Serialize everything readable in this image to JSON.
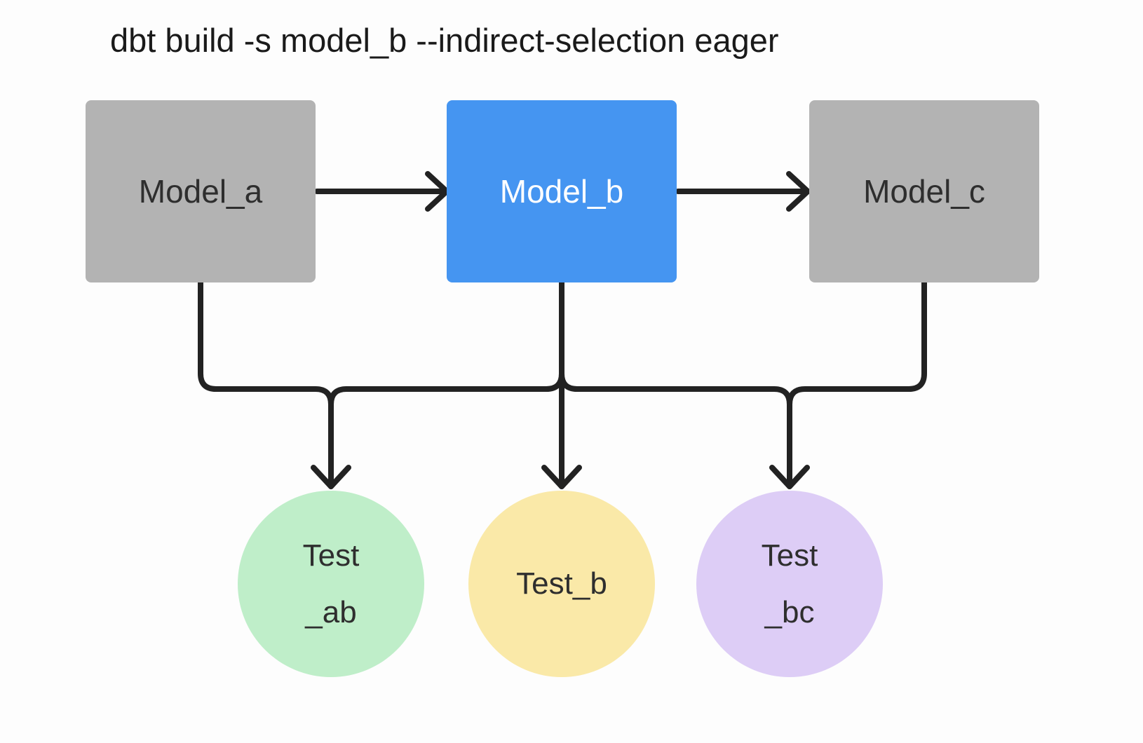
{
  "title": "dbt build -s model_b --indirect-selection eager",
  "palette": {
    "background": "#fdfdfd",
    "line": "#222222",
    "title_text": "#1a1a1a",
    "node_text_dark": "#2e2e2e",
    "node_text_light": "#ffffff",
    "model_default": "#b3b3b3",
    "model_selected": "#4595f1",
    "test_ab_fill": "#bfeec9",
    "test_b_fill": "#fae9a8",
    "test_bc_fill": "#ddcdf6"
  },
  "models": [
    {
      "id": "model_a",
      "label": "Model_a",
      "selected": false
    },
    {
      "id": "model_b",
      "label": "Model_b",
      "selected": true
    },
    {
      "id": "model_c",
      "label": "Model_c",
      "selected": false
    }
  ],
  "tests": [
    {
      "id": "test_ab",
      "label_line1": "Test",
      "label_line2": "_ab"
    },
    {
      "id": "test_b",
      "label_line1": "Test_b",
      "label_line2": ""
    },
    {
      "id": "test_bc",
      "label_line1": "Test",
      "label_line2": "_bc"
    }
  ],
  "edges": [
    {
      "from": "model_a",
      "to": "model_b"
    },
    {
      "from": "model_b",
      "to": "model_c"
    },
    {
      "from": "model_a",
      "to": "test_ab"
    },
    {
      "from": "model_b",
      "to": "test_ab"
    },
    {
      "from": "model_b",
      "to": "test_b"
    },
    {
      "from": "model_b",
      "to": "test_bc"
    },
    {
      "from": "model_c",
      "to": "test_bc"
    }
  ]
}
